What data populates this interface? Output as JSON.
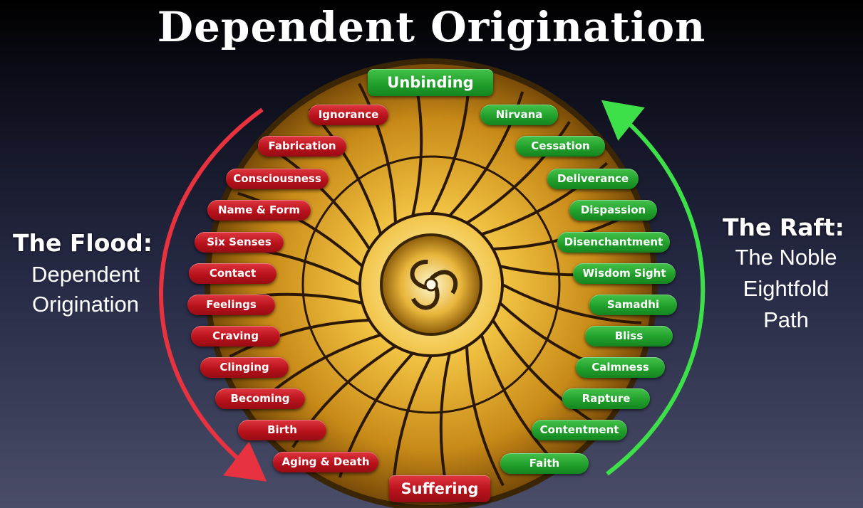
{
  "title": "Dependent Origination",
  "top_label": "Unbinding",
  "bottom_label": "Suffering",
  "flood": {
    "heading": "The Flood:",
    "line1": "Dependent",
    "line2": "Origination",
    "items": [
      "Ignorance",
      "Fabrication",
      "Consciousness",
      "Name & Form",
      "Six Senses",
      "Contact",
      "Feelings",
      "Craving",
      "Clinging",
      "Becoming",
      "Birth",
      "Aging & Death"
    ]
  },
  "raft": {
    "heading": "The Raft:",
    "line1": "The Noble",
    "line2": "Eightfold",
    "line3": "Path",
    "items": [
      "Nirvana",
      "Cessation",
      "Deliverance",
      "Dispassion",
      "Disenchantment",
      "Wisdom Sight",
      "Samadhi",
      "Bliss",
      "Calmness",
      "Rapture",
      "Contentment",
      "Faith"
    ]
  },
  "colors": {
    "flood": "#c41620",
    "raft": "#22a02c",
    "flood_arrow": "#e8323f",
    "raft_arrow": "#3ee04a",
    "wheel_gold": "#d9a52a"
  }
}
